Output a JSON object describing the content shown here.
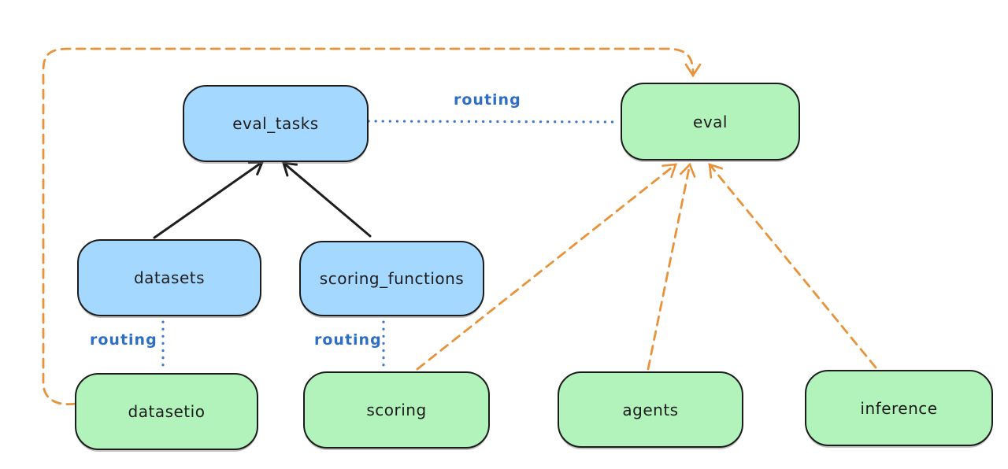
{
  "diagram": {
    "title": "",
    "colors": {
      "node_blue_fill": "#a5d8ff",
      "node_green_fill": "#b2f2bb",
      "node_border": "#1c1c1c",
      "routing_blue": "#2e6fc3",
      "dotted_line_blue": "#3b78cf",
      "dashed_orange": "#e8923a",
      "solid_arrow_black": "#1e1e1e",
      "background": "#ffffff"
    },
    "nodes": {
      "eval_tasks": {
        "label": "eval_tasks",
        "color": "blue"
      },
      "eval": {
        "label": "eval",
        "color": "green"
      },
      "datasets": {
        "label": "datasets",
        "color": "blue"
      },
      "scoring_functions": {
        "label": "scoring_functions",
        "color": "blue"
      },
      "datasetio": {
        "label": "datasetio",
        "color": "green"
      },
      "scoring": {
        "label": "scoring",
        "color": "green"
      },
      "agents": {
        "label": "agents",
        "color": "green"
      },
      "inference": {
        "label": "inference",
        "color": "green"
      }
    },
    "edges": [
      {
        "from": "datasets",
        "to": "eval_tasks",
        "style": "solid-arrow",
        "color": "black",
        "label": ""
      },
      {
        "from": "scoring_functions",
        "to": "eval_tasks",
        "style": "solid-arrow",
        "color": "black",
        "label": ""
      },
      {
        "from": "eval_tasks",
        "to": "eval",
        "style": "dotted-line",
        "color": "blue",
        "label": "routing"
      },
      {
        "from": "datasets",
        "to": "datasetio",
        "style": "dotted-line",
        "color": "blue",
        "label": "routing"
      },
      {
        "from": "scoring_functions",
        "to": "scoring",
        "style": "dotted-line",
        "color": "blue",
        "label": "routing"
      },
      {
        "from": "datasetio",
        "to": "eval",
        "style": "dashed-arrow",
        "color": "orange",
        "label": ""
      },
      {
        "from": "scoring",
        "to": "eval",
        "style": "dashed-arrow",
        "color": "orange",
        "label": ""
      },
      {
        "from": "agents",
        "to": "eval",
        "style": "dashed-arrow",
        "color": "orange",
        "label": ""
      },
      {
        "from": "inference",
        "to": "eval",
        "style": "dashed-arrow",
        "color": "orange",
        "label": ""
      }
    ]
  }
}
